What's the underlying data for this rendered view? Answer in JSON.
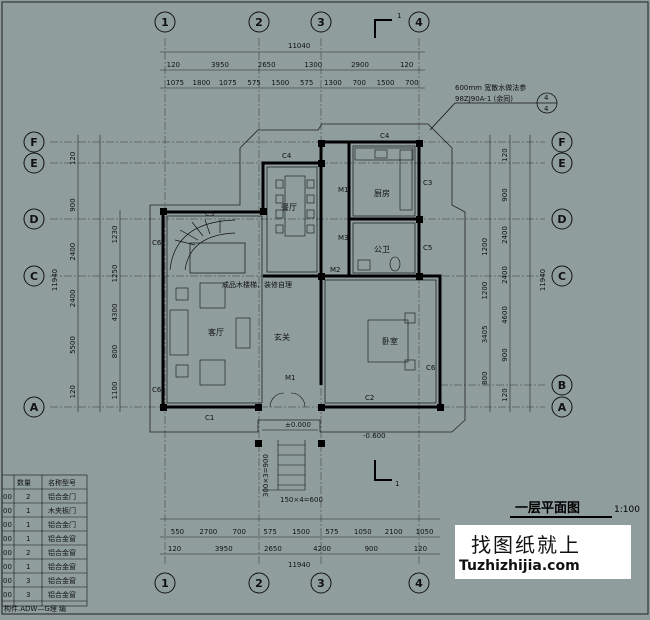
{
  "axes_top": [
    "1",
    "2",
    "3",
    "4"
  ],
  "axes_bottom": [
    "1",
    "2",
    "3",
    "4"
  ],
  "axes_left": [
    "F",
    "E",
    "D",
    "C",
    "A"
  ],
  "axes_right": [
    "F",
    "E",
    "D",
    "C",
    "B",
    "A"
  ],
  "top_dims": {
    "overall": "11040",
    "row1": [
      "120",
      "3950",
      "2650",
      "1300",
      "2900",
      "120"
    ],
    "row2": [
      "1075",
      "1800",
      "1075",
      "575",
      "1500",
      "575",
      "1300",
      "700",
      "1500",
      "700"
    ]
  },
  "bottom_dims": {
    "overall": "11940",
    "row1": [
      "120",
      "3950",
      "2650",
      "4200",
      "900",
      "120"
    ],
    "row2": [
      "550",
      "2700",
      "700",
      "575",
      "1500",
      "575",
      "1050",
      "2100",
      "1050"
    ]
  },
  "left_dims": {
    "overall": "11940",
    "row1": [
      "120",
      "900",
      "2400",
      "2400",
      "5500",
      "120"
    ],
    "row2": [
      "1230",
      "1250",
      "4300",
      "800",
      "1100"
    ]
  },
  "right_dims": {
    "overall": "11940",
    "row1": [
      "120",
      "900",
      "2400",
      "2400",
      "4600",
      "900",
      "120"
    ],
    "row2": [
      "1200",
      "1200",
      "3405",
      "800"
    ]
  },
  "rooms": {
    "dining": "餐厅",
    "kitchen": "厨房",
    "toilet": "公卫",
    "living": "客厅",
    "foyer": "玄关",
    "bedroom": "卧室",
    "stair_note": "成品木楼梯，装修自理"
  },
  "windows": [
    "C4",
    "C4",
    "C3",
    "C3",
    "C6",
    "C5",
    "C6",
    "C6",
    "C2",
    "C1"
  ],
  "doors": [
    "M1",
    "M3",
    "M2",
    "M1"
  ],
  "note": {
    "line1": "600mm 宽散水做法参",
    "line2": "98ZJ90A-1 (余同)",
    "ref_num": "4",
    "ref_den": "4"
  },
  "elevations": {
    "floor": "±0.000",
    "ground": "-0.600"
  },
  "step_dims": [
    "300×3=900",
    "150×4=600"
  ],
  "section_mark": "1",
  "title": "一层平面图",
  "scale": "1:100",
  "legend": {
    "headers": [
      "数量",
      "名称型号"
    ],
    "rows": [
      [
        "00",
        "2",
        "铝合金门"
      ],
      [
        "00",
        "1",
        "木夹板门"
      ],
      [
        "00",
        "1",
        "铝合金门"
      ],
      [
        "00",
        "1",
        "铝合金窗"
      ],
      [
        "00",
        "2",
        "铝合金窗"
      ],
      [
        "00",
        "1",
        "铝合金窗"
      ],
      [
        "00",
        "3",
        "铝合金窗"
      ],
      [
        "00",
        "3",
        "铝合金窗"
      ]
    ],
    "footer": "构件.ADW—G理 编"
  },
  "watermark": {
    "cn": "找图纸就上",
    "en": "Tuzhizhijia.com"
  }
}
